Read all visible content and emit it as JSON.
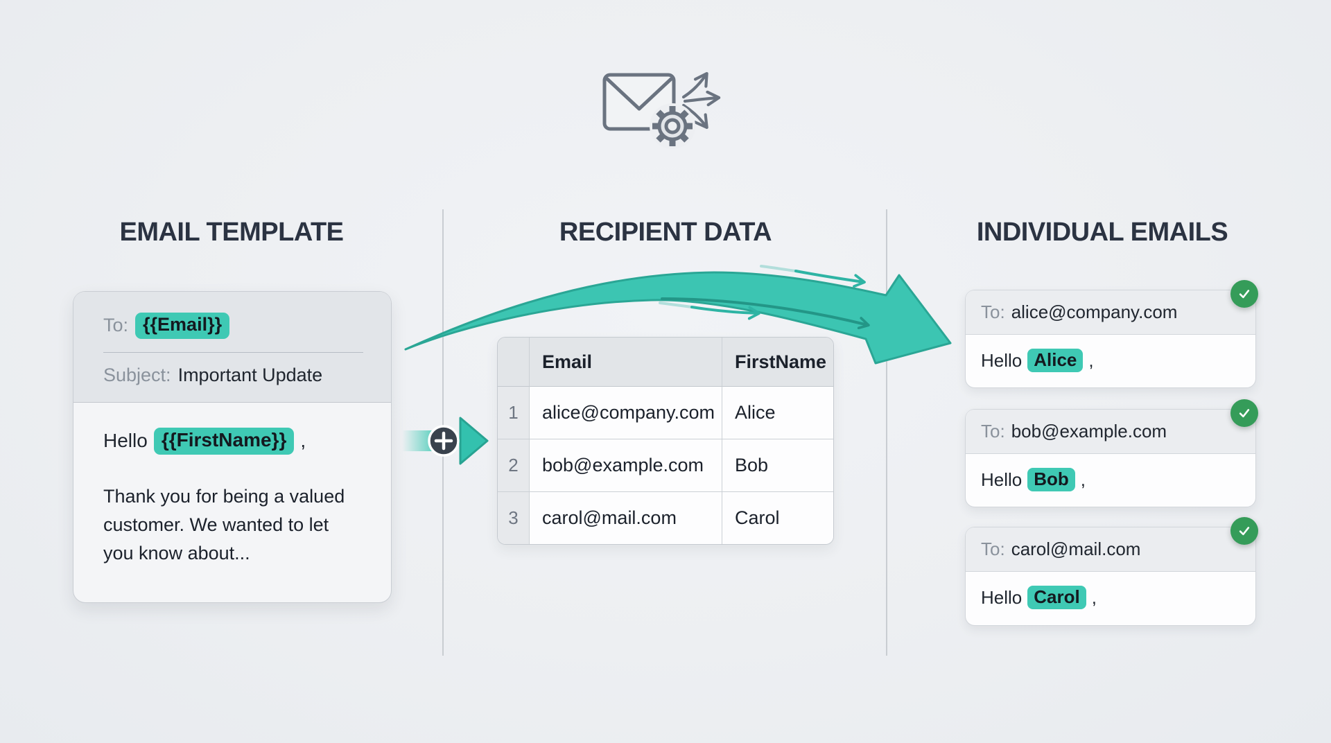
{
  "titles": {
    "template": "EMAIL TEMPLATE",
    "recipients": "RECIPIENT DATA",
    "individual": "INDIVIDUAL EMAILS"
  },
  "template_card": {
    "to_label": "To:",
    "to_variable": "{{Email}}",
    "subject_label": "Subject:",
    "subject_value": "Important Update",
    "greeting_prefix": "Hello",
    "greeting_variable": "{{FirstName}}",
    "greeting_punctuation": ",",
    "body_lines": [
      "Thank you for being a valued",
      "customer. We wanted to let",
      "you know about..."
    ]
  },
  "recipient_table": {
    "columns": {
      "email": "Email",
      "first_name": "FirstName"
    },
    "rows": [
      {
        "num": "1",
        "email": "alice@company.com",
        "first_name": "Alice"
      },
      {
        "num": "2",
        "email": "bob@example.com",
        "first_name": "Bob"
      },
      {
        "num": "3",
        "email": "carol@mail.com",
        "first_name": "Carol"
      }
    ]
  },
  "individual_emails": [
    {
      "to_label": "To:",
      "to_value": "alice@company.com",
      "greeting_prefix": "Hello",
      "name": "Alice",
      "punctuation": ","
    },
    {
      "to_label": "To:",
      "to_value": "bob@example.com",
      "greeting_prefix": "Hello",
      "name": "Bob",
      "punctuation": ","
    },
    {
      "to_label": "To:",
      "to_value": "carol@mail.com",
      "greeting_prefix": "Hello",
      "name": "Carol",
      "punctuation": ","
    }
  ],
  "icons": {
    "header": "envelope-gear-broadcast-icon",
    "merge": "plus-circle-icon",
    "flow": "curved-merge-arrow",
    "status": "check-circle-icon"
  },
  "colors": {
    "background": "#EDEFF2",
    "accent_teal": "#3FC9B4",
    "accent_teal_dark": "#2AA695",
    "success_green": "#359C59",
    "heading": "#2B3342",
    "text": "#1B212B",
    "muted": "#8A929C"
  }
}
